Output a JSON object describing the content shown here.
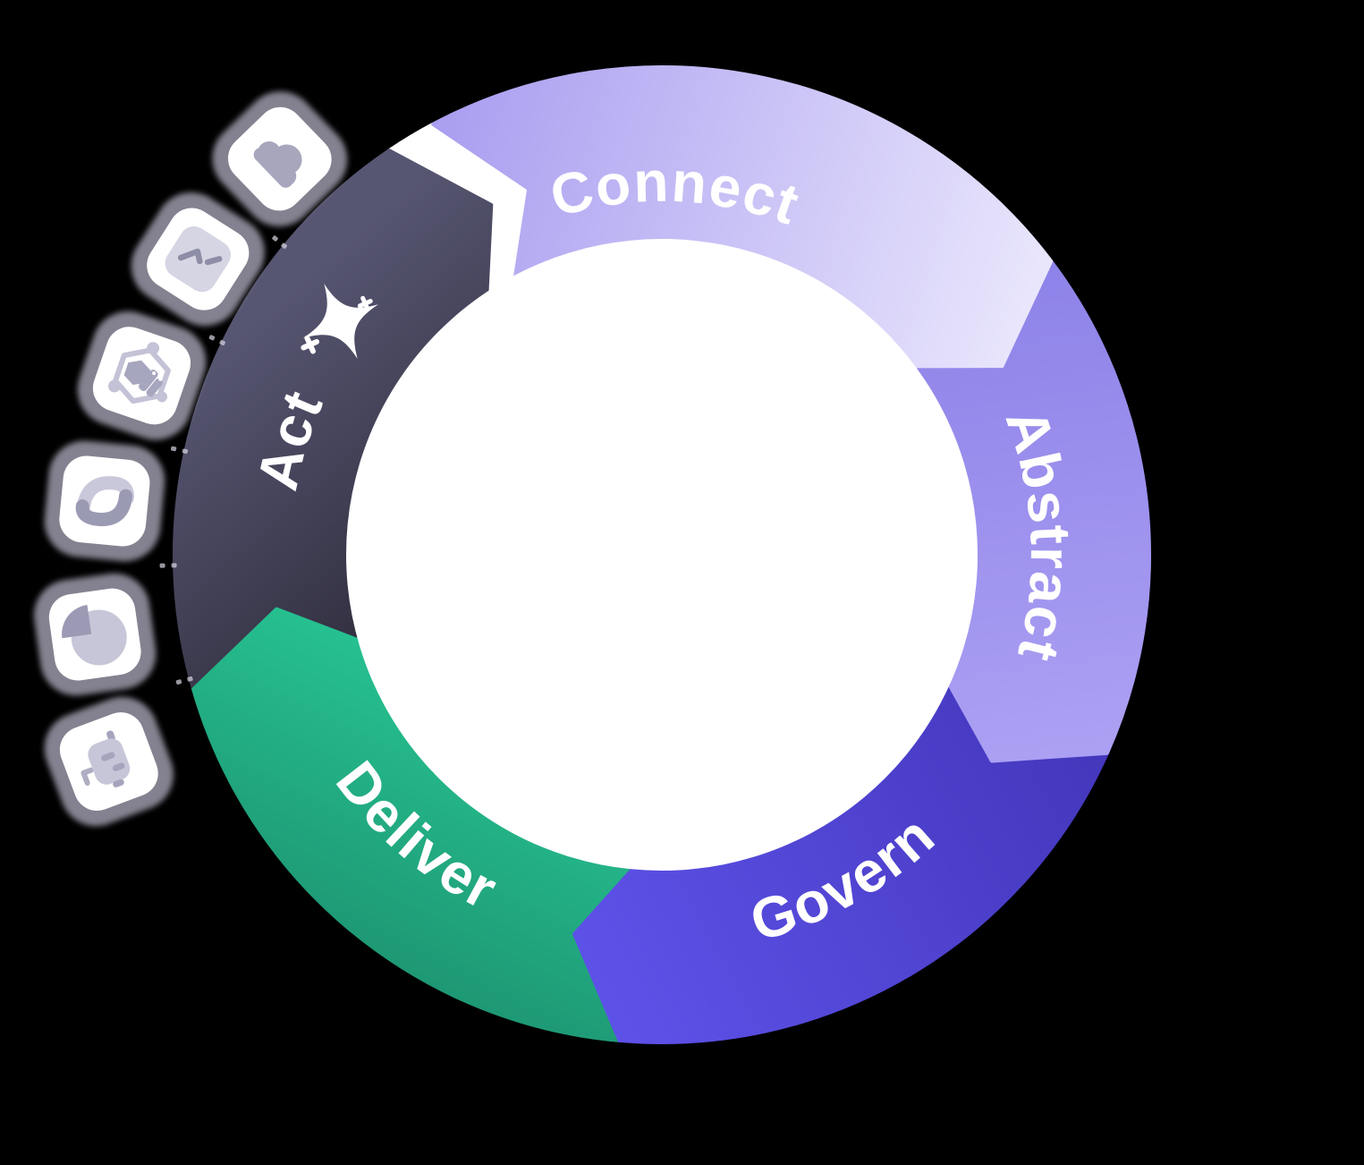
{
  "cycle": {
    "segments": [
      {
        "id": "connect",
        "label": "Connect"
      },
      {
        "id": "abstract",
        "label": "Abstract"
      },
      {
        "id": "govern",
        "label": "Govern"
      },
      {
        "id": "deliver",
        "label": "Deliver"
      },
      {
        "id": "act",
        "label": "Act"
      }
    ]
  },
  "icons": [
    {
      "name": "cloud-icon"
    },
    {
      "name": "line-chart-icon"
    },
    {
      "name": "hexagon-circuit-icon"
    },
    {
      "name": "loop-icon"
    },
    {
      "name": "pie-chart-icon"
    },
    {
      "name": "robot-icon"
    }
  ],
  "sparkle": {
    "name": "sparkle-icon"
  },
  "colors": {
    "background": "#000000",
    "connect_start": "#a89df0",
    "connect_end": "#e9e6fc",
    "abstract_start": "#8c81e8",
    "abstract_end": "#aca1f3",
    "govern_start": "#4438bd",
    "govern_end": "#5d51e8",
    "deliver_start": "#27c392",
    "deliver_end": "#1c8f6e",
    "act_start": "#575672",
    "act_end": "#2c2a38",
    "ring_gap": "#ffffff",
    "center": "#ffffff",
    "label_text": "#ffffff",
    "tile": "#ffffff",
    "tile_glow": "#a5a3b4",
    "glyph_light": "#c9c8db",
    "glyph_mid": "#a7a6bd",
    "glyph_dark": "#8e8da6"
  }
}
